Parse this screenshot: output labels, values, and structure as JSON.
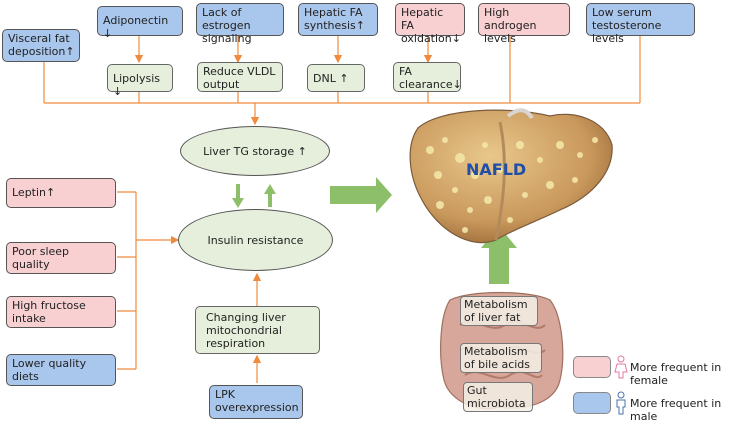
{
  "top_row": [
    {
      "text": "Visceral fat deposition↑",
      "sex": "male"
    },
    {
      "text": "Adiponectin ↓",
      "sex": "male"
    },
    {
      "text": "Lack of estrogen signaling",
      "sex": "male"
    },
    {
      "text": "Hepatic FA synthesis↑",
      "sex": "male"
    },
    {
      "text": "Hepatic FA oxidation↓",
      "sex": "female"
    },
    {
      "text": "High androgen levels",
      "sex": "female"
    },
    {
      "text": "Low serum testosterone levels",
      "sex": "male"
    }
  ],
  "mid_row": [
    {
      "text": "Lipolysis ↓"
    },
    {
      "text": "Reduce VLDL output"
    },
    {
      "text": "DNL ↑"
    },
    {
      "text": "FA clearance↓"
    }
  ],
  "center": {
    "liver_tg": "Liver TG storage ↑",
    "insulin_resistance": "Insulin resistance",
    "mito": "Changing liver mitochondrial respiration",
    "lpk": "LPK overexpression"
  },
  "left_column": [
    {
      "text": "Leptin↑",
      "sex": "female"
    },
    {
      "text": "Poor sleep quality",
      "sex": "female"
    },
    {
      "text": "High fructose intake",
      "sex": "female"
    },
    {
      "text": "Lower quality diets",
      "sex": "male"
    }
  ],
  "liver_label": "NAFLD",
  "gut": [
    {
      "text": "Metabolism of liver fat"
    },
    {
      "text": "Metabolism of bile acids"
    },
    {
      "text": "Gut microbiota"
    }
  ],
  "legend": [
    {
      "text": "More frequent in female",
      "color": "#f8d0d2",
      "icon": "female-person-icon"
    },
    {
      "text": "More frequent in male",
      "color": "#a9c6ec",
      "icon": "male-person-icon"
    }
  ],
  "colors": {
    "line": "#f08a3c",
    "arrow_green": "#8dbf6a",
    "nafld_text": "#1f4fa8"
  }
}
